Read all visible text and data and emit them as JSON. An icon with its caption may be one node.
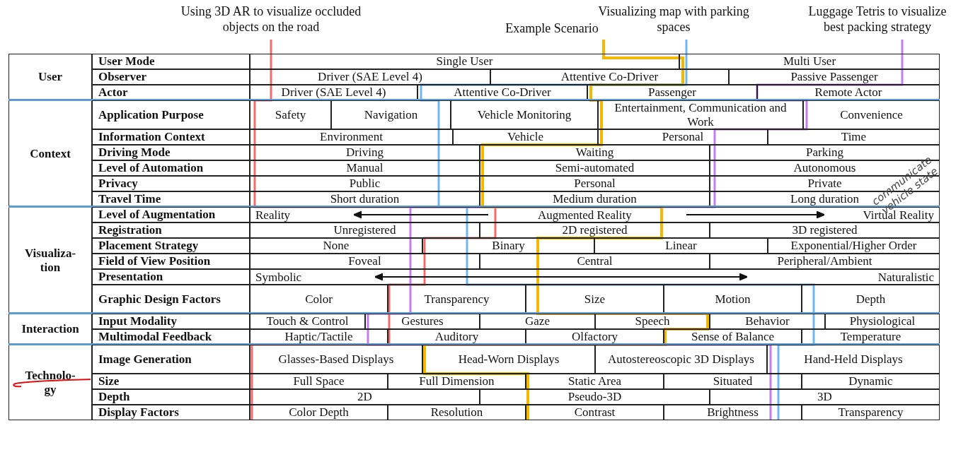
{
  "diagram": {
    "labels": [
      "Using 3D AR to visualize occluded objects on the road",
      "Example Scenario",
      "Visualizing map with parking spaces",
      "Luggage Tetris to visualize best packing strategy",
      "User",
      "User Mode",
      "Single User",
      "Multi User",
      "Observer",
      "Driver (SAE Level 4)",
      "Attentive Co-Driver",
      "Passive Passenger",
      "Actor",
      "Driver (SAE Level 4)",
      "Attentive Co-Driver",
      "Passenger",
      "Remote Actor",
      "Context",
      "Application Purpose",
      "Safety",
      "Navigation",
      "Vehicle Monitoring",
      "Entertainment, Communication and Work",
      "Convenience",
      "Information Context",
      "Environment",
      "Vehicle",
      "Personal",
      "Time",
      "Driving Mode",
      "Driving",
      "Waiting",
      "Parking",
      "Level of Automation",
      "Manual",
      "Semi-automated",
      "Autonomous",
      "Privacy",
      "Public",
      "Personal",
      "Private",
      "Travel Time",
      "Short duration",
      "Medium duration",
      "Long duration",
      "Visualiza- tion",
      "Level of Augmentation",
      "Reality",
      "Augmented Reality",
      "Virtual Reality",
      "Registration",
      "Unregistered",
      "2D registered",
      "3D registered",
      "Placement Strategy",
      "None",
      "Binary",
      "Linear",
      "Exponential/Higher Order",
      "Field of View Position",
      "Foveal",
      "Central",
      "Peripheral/Ambient",
      "Presentation",
      "Symbolic",
      "Naturalistic",
      "Graphic Design Factors",
      "Color",
      "Transparency",
      "Size",
      "Motion",
      "Depth",
      "Interaction",
      "Input Modality",
      "Touch & Control",
      "Gestures",
      "Gaze",
      "Speech",
      "Behavior",
      "Physiological",
      "Multimodal Feedback",
      "Haptic/Tactile",
      "Auditory",
      "Olfactory",
      "Sense of Balance",
      "Temperature",
      "Technolo- gy",
      "Image Generation",
      "Glasses-Based Displays",
      "Head-Worn Displays",
      "Autostereoscopic 3D Displays",
      "Hand-Held Displays",
      "Size",
      "Full Space",
      "Full Dimension",
      "Static Area",
      "Situated",
      "Dynamic",
      "Depth",
      "2D",
      "Pseudo-3D",
      "3D",
      "Display Factors",
      "Color Depth",
      "Resolution",
      "Contrast",
      "Brightness",
      "Transparency",
      "communicate vehicle state"
    ]
  }
}
